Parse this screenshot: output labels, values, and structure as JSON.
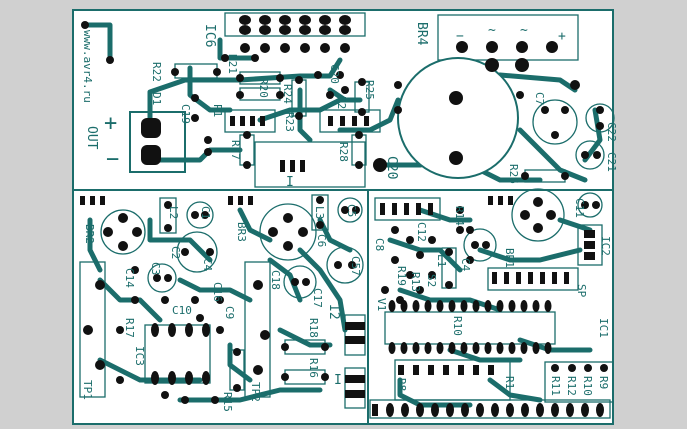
{
  "board": {
    "colors": {
      "background": "#d0d0d0",
      "board": "#ffffff",
      "copper": "#1b6d6b",
      "pad": "#111111"
    },
    "watermark": "www.avr4.ru"
  },
  "labels": {
    "ic6": "IC6",
    "br4": "BR4",
    "br4_minus": "−",
    "br4_tilde1": "~",
    "br4_tilde2": "~",
    "br4_plus": "+",
    "r22": "R22",
    "r21": "R21",
    "r20": "R20",
    "r24": "R24",
    "r25": "R25",
    "r23": "R23",
    "r27": "R27",
    "r28": "R28",
    "r26": "R26",
    "d1": "D1",
    "c19": "C19",
    "c20": "C20",
    "c20b": "C20",
    "c7": "C7",
    "c22": "C22",
    "c21": "C21",
    "p1": "P1",
    "p2": "P2",
    "i_top": "I",
    "out": "OUT",
    "plus_out": "+",
    "minus_out": "−",
    "br2": "BR2",
    "l2": "L2",
    "c1": "C1",
    "c2": "C2",
    "c4": "C4",
    "c3": "C3",
    "br3": "BR3",
    "l3": "L3",
    "c5": "C5",
    "c6": "C6",
    "c57": "C57",
    "c14": "C14",
    "c16": "C16",
    "c10": "C10",
    "c9": "C9",
    "c18": "C18",
    "c17": "C17",
    "i2": "I2",
    "r17": "R17",
    "r18": "R18",
    "r16": "R16",
    "r15": "R15",
    "ic3": "IC3",
    "tp1": "TP1",
    "tp2": "TP2",
    "c8": "C8",
    "r14": "R14",
    "c12": "C12",
    "l1": "L1",
    "c4b": "C4",
    "br1": "BR1",
    "r19": "R19",
    "r13": "R13",
    "s2": "S2",
    "sp": "SP",
    "ic2": "IC2",
    "c11": "C11",
    "ic1": "IC1",
    "r10": "R10",
    "v1": "V1",
    "r8": "R8",
    "r1": "R1",
    "r11": "R11",
    "r12": "R12",
    "r10b": "R10",
    "r9": "R9",
    "i_bottom": "I"
  }
}
